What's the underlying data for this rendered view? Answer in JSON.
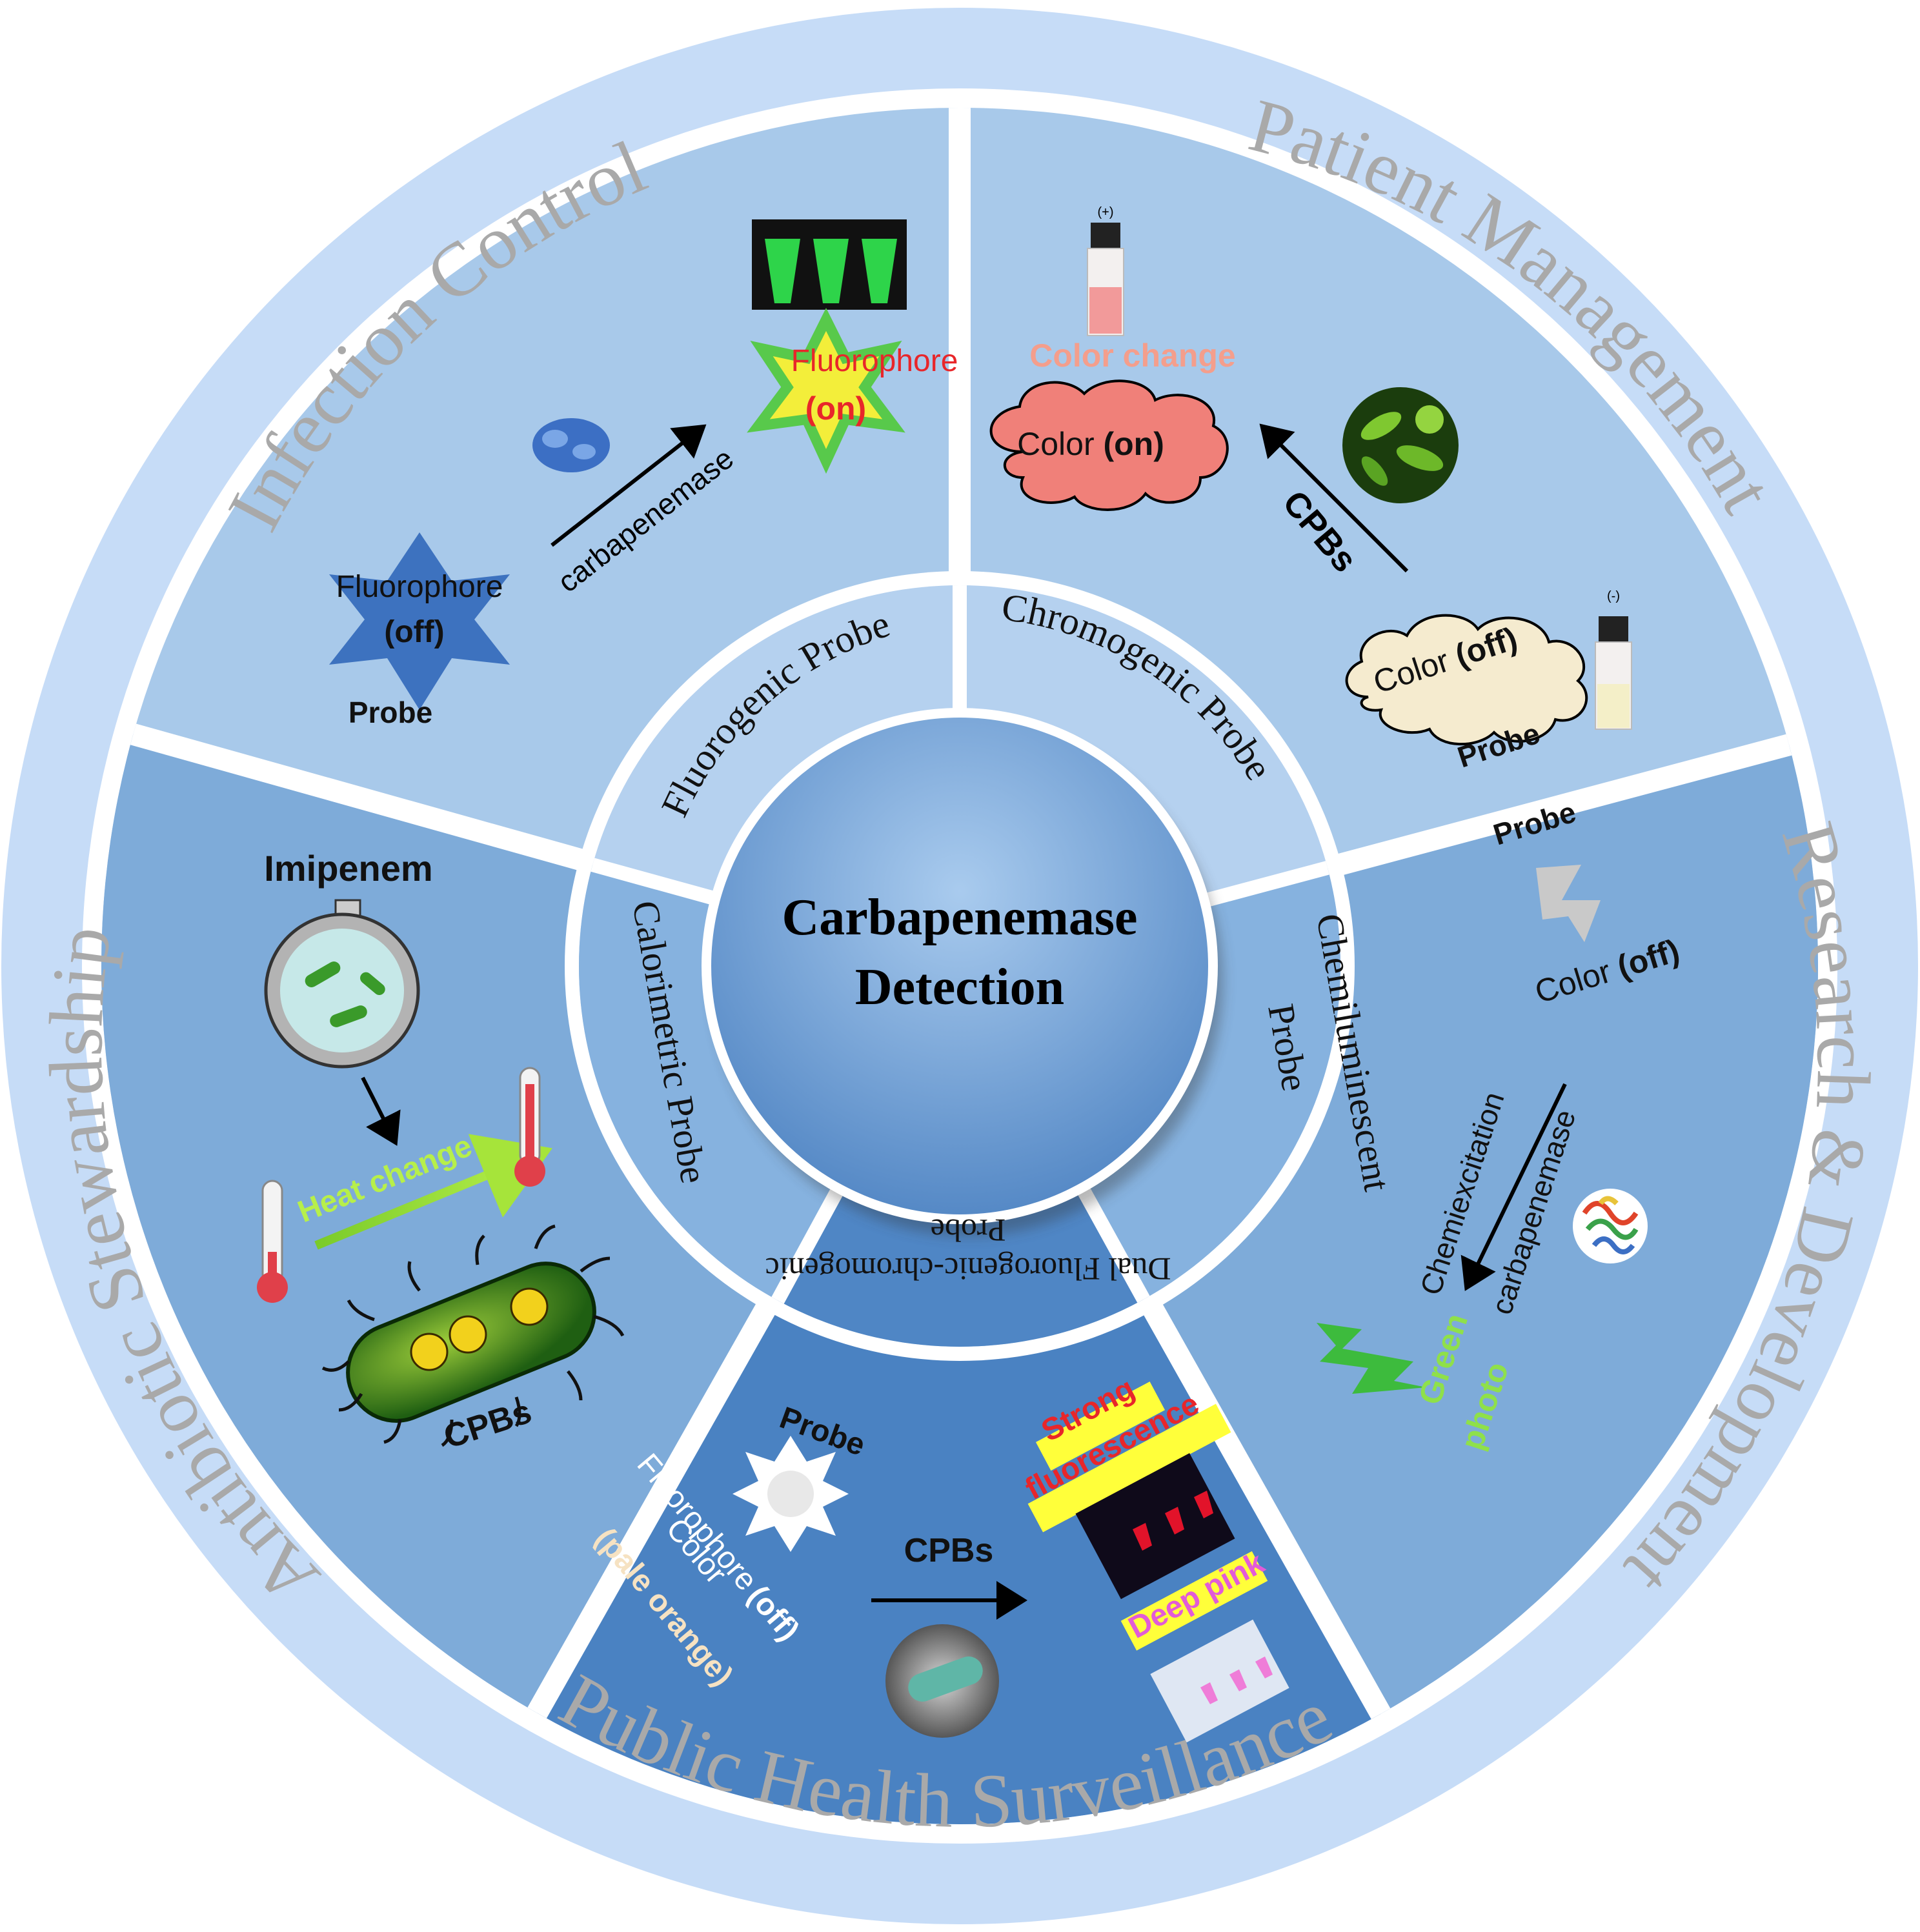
{
  "center": {
    "line1": "Carbapenemase",
    "line2": "Detection"
  },
  "outer_ring": {
    "infection_control": "Infection Control",
    "patient_management": "Patient Management",
    "research_development": "Research & Development",
    "public_health": "Public Health Surveillance",
    "antibiotic_stewardship": "Antibiotic Stewardship"
  },
  "inner_ring": {
    "fluorogenic": "Fluorogenic Probe",
    "chromogenic": "Chromogenic Probe",
    "chemi_line1": "Chemiluminescent",
    "chemi_line2": "Probe",
    "dual_line1": "Dual Fluorogenic-chromogenic",
    "dual_line2": "Probe",
    "calorimetric": "Calorimetric Probe"
  },
  "fluorogenic_panel": {
    "fluorophore_on_label": "Fluorophore",
    "on_label": "(on)",
    "enzyme_label": "carbapenemase",
    "fluorophore_off_label": "Fluorophore",
    "off_label": "(off)",
    "probe_label": "Probe"
  },
  "chromogenic_panel": {
    "plus_label": "(+)",
    "minus_label": "(-)",
    "color_change_label": "Color change",
    "color_on_prefix": "Color ",
    "color_on_bold": "(on)",
    "cpbs_label": "CPBs",
    "color_off_prefix": "Color ",
    "color_off_bold": "(off)",
    "probe_label": "Probe"
  },
  "chemi_panel": {
    "probe_label": "Probe",
    "color_off_prefix": "Color ",
    "color_off_bold": "(off)",
    "chemiexcitation_label": "Chemiexcitation",
    "carbapenemase_label": "carbapenemase",
    "green_line1": "Green",
    "green_line2": "photo"
  },
  "dual_panel": {
    "probe_label": "Probe",
    "fluorophore_label": "Fluorophore",
    "off_label": "(off)",
    "color_label": "Color",
    "pale_orange_label": "(pale orange)",
    "cpbs_label": "CPBs",
    "strong_label": "Strong",
    "fluorescence_label": "fluorescence",
    "deep_pink_label": "Deep pink"
  },
  "calorimetric_panel": {
    "imipenem_label": "Imipenem",
    "heat_change_label": "Heat change",
    "cpbs_label": "CPBs"
  },
  "colors": {
    "outer_ring": "#c6dcf7",
    "outer_text": "#aaaaaa",
    "panel_fluorogenic": "#a8c9ea",
    "panel_chromogenic": "#a8c9ea",
    "panel_chemi": "#7eabd9",
    "panel_dual": "#4a82c2",
    "panel_calorimetric": "#7eabd9",
    "inner_light": "#b5d1ef",
    "inner_mid": "#86b2df",
    "inner_dark": "#4f86c5",
    "center_top": "#9cc1e8",
    "center_bottom": "#5589c6"
  }
}
